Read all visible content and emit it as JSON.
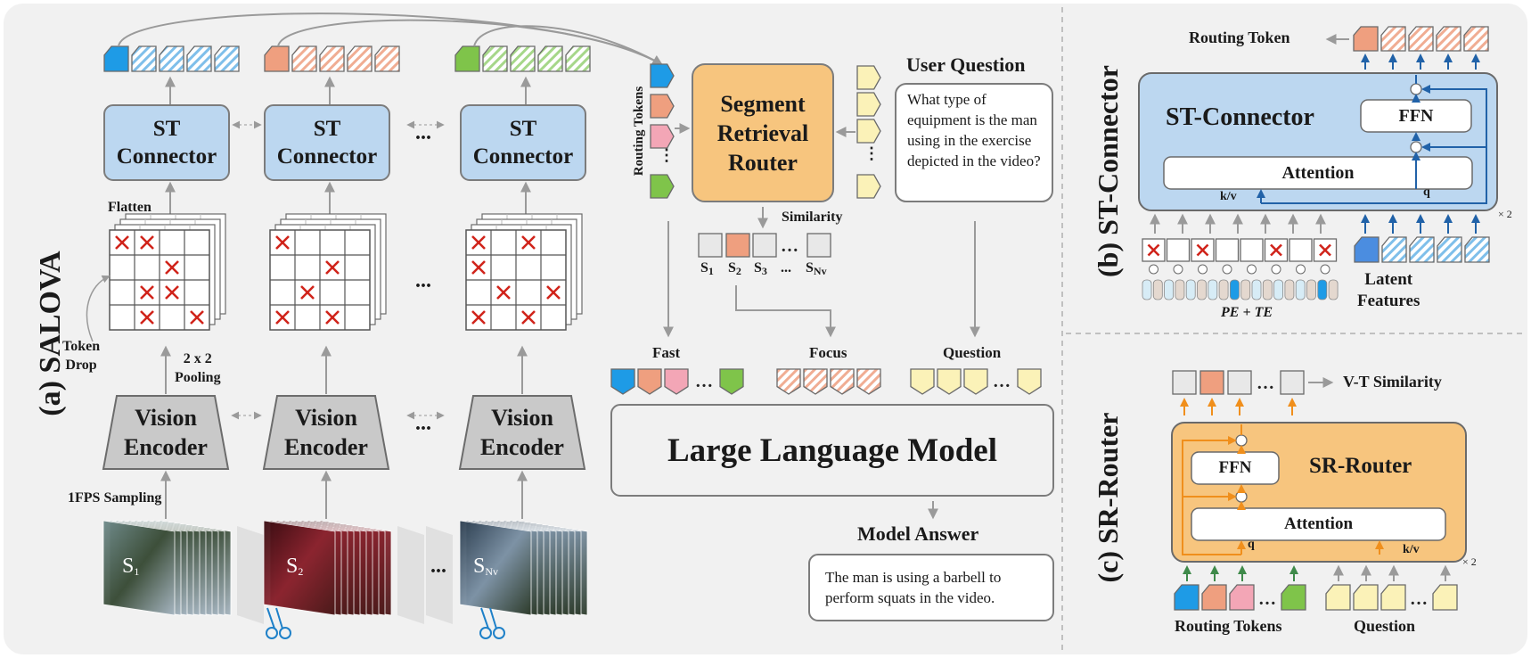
{
  "panels": {
    "a": "(a) SALOVA",
    "b": "(b) ST-Connector",
    "c": "(c) SR-Router"
  },
  "salova": {
    "st_connector_line1": "ST",
    "st_connector_line2": "Connector",
    "vision_line1": "Vision",
    "vision_line2": "Encoder",
    "ellipsis": "...",
    "flatten": "Flatten",
    "token_drop_line1": "Token",
    "token_drop_line2": "Drop",
    "pooling_line1": "2 x 2",
    "pooling_line2": "Pooling",
    "sampling": "1FPS Sampling",
    "segment_labels": [
      "S",
      "S",
      "S"
    ],
    "segment_subs": [
      "1",
      "2",
      "Nv"
    ],
    "routing_tokens_vertical": "Routing Tokens",
    "router_line1": "Segment",
    "router_line2": "Retrieval",
    "router_line3": "Router",
    "user_question_title": "User Question",
    "user_question_text": "What type of equipment is the man using in the exercise depicted in the video?",
    "similarity": "Similarity",
    "sim_labels": [
      "S",
      "S",
      "S",
      "...",
      "S"
    ],
    "sim_subs": [
      "1",
      "2",
      "3",
      "",
      "Nv"
    ],
    "fast": "Fast",
    "focus": "Focus",
    "question": "Question",
    "llm": "Large Language Model",
    "model_answer_title": "Model Answer",
    "model_answer_text": "The man is using a barbell to perform squats in the video."
  },
  "st_panel": {
    "routing_token": "Routing Token",
    "title": "ST-Connector",
    "ffn": "FFN",
    "attention": "Attention",
    "kv": "k/v",
    "q": "q",
    "times2": "× 2",
    "pe_te": "PE + TE",
    "latent_line1": "Latent",
    "latent_line2": "Features"
  },
  "sr_panel": {
    "vt_similarity": "V-T Similarity",
    "title": "SR-Router",
    "ffn": "FFN",
    "attention": "Attention",
    "q": "q",
    "kv": "k/v",
    "times2": "× 2",
    "routing_tokens": "Routing Tokens",
    "question": "Question"
  },
  "colors": {
    "blue_token": "#1e9be6",
    "orange_token": "#ef9f7f",
    "green_token": "#7fc44a",
    "pink_token": "#f3a6b6",
    "yellow_token": "#fbf2b8",
    "st_box": "#bcd7f0",
    "router_box": "#f7c57e",
    "panel_bg": "#f1f1f1",
    "gray_box": "#e8e8e8",
    "red_x": "#d0231a",
    "dark_blue_arrow": "#2162a8",
    "orange_arrow": "#f08f1c",
    "green_arrow": "#3f8a4a"
  }
}
